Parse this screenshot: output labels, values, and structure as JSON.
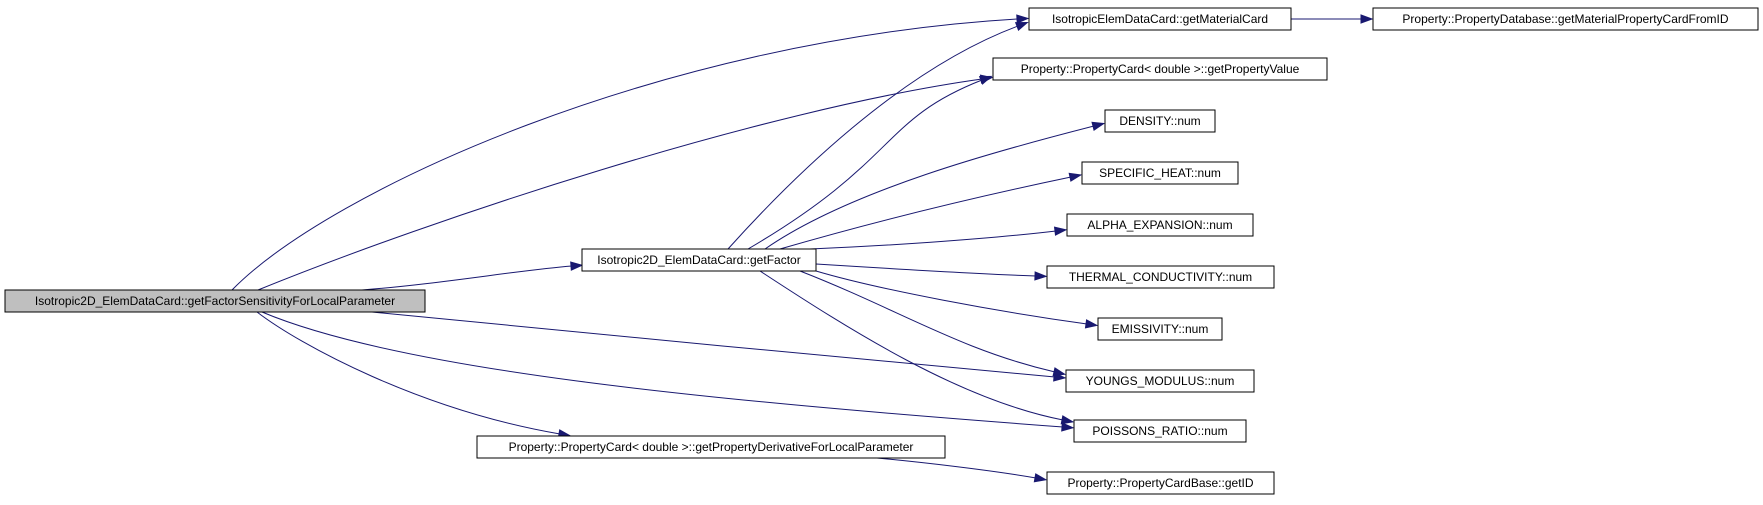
{
  "diagram": {
    "type": "call-graph",
    "colors": {
      "edge": "#191970",
      "node_border": "#000000",
      "root_fill": "#bfbfbf",
      "node_fill": "#ffffff"
    },
    "nodes": [
      {
        "id": "root",
        "label": "Isotropic2D_ElemDataCard::getFactorSensitivityForLocalParameter"
      },
      {
        "id": "getFactor",
        "label": "Isotropic2D_ElemDataCard::getFactor"
      },
      {
        "id": "propDeriv",
        "label": "Property::PropertyCard< double >::getPropertyDerivativeForLocalParameter"
      },
      {
        "id": "getMatCard",
        "label": "IsotropicElemDataCard::getMaterialCard"
      },
      {
        "id": "dbGet",
        "label": "Property::PropertyDatabase::getMaterialPropertyCardFromID"
      },
      {
        "id": "getPropVal",
        "label": "Property::PropertyCard< double >::getPropertyValue"
      },
      {
        "id": "density",
        "label": "DENSITY::num"
      },
      {
        "id": "specHeat",
        "label": "SPECIFIC_HEAT::num"
      },
      {
        "id": "alpha",
        "label": "ALPHA_EXPANSION::num"
      },
      {
        "id": "thermal",
        "label": "THERMAL_CONDUCTIVITY::num"
      },
      {
        "id": "emiss",
        "label": "EMISSIVITY::num"
      },
      {
        "id": "youngs",
        "label": "YOUNGS_MODULUS::num"
      },
      {
        "id": "poisson",
        "label": "POISSONS_RATIO::num"
      },
      {
        "id": "getID",
        "label": "Property::PropertyCardBase::getID"
      }
    ],
    "edges": [
      {
        "from": "root",
        "to": "getMatCard"
      },
      {
        "from": "root",
        "to": "getPropVal"
      },
      {
        "from": "root",
        "to": "getFactor"
      },
      {
        "from": "root",
        "to": "youngs"
      },
      {
        "from": "root",
        "to": "poisson"
      },
      {
        "from": "root",
        "to": "propDeriv"
      },
      {
        "from": "getFactor",
        "to": "getMatCard"
      },
      {
        "from": "getFactor",
        "to": "getPropVal"
      },
      {
        "from": "getFactor",
        "to": "density"
      },
      {
        "from": "getFactor",
        "to": "specHeat"
      },
      {
        "from": "getFactor",
        "to": "alpha"
      },
      {
        "from": "getFactor",
        "to": "thermal"
      },
      {
        "from": "getFactor",
        "to": "emiss"
      },
      {
        "from": "getFactor",
        "to": "youngs"
      },
      {
        "from": "getFactor",
        "to": "poisson"
      },
      {
        "from": "getMatCard",
        "to": "dbGet"
      },
      {
        "from": "propDeriv",
        "to": "getID"
      }
    ]
  }
}
